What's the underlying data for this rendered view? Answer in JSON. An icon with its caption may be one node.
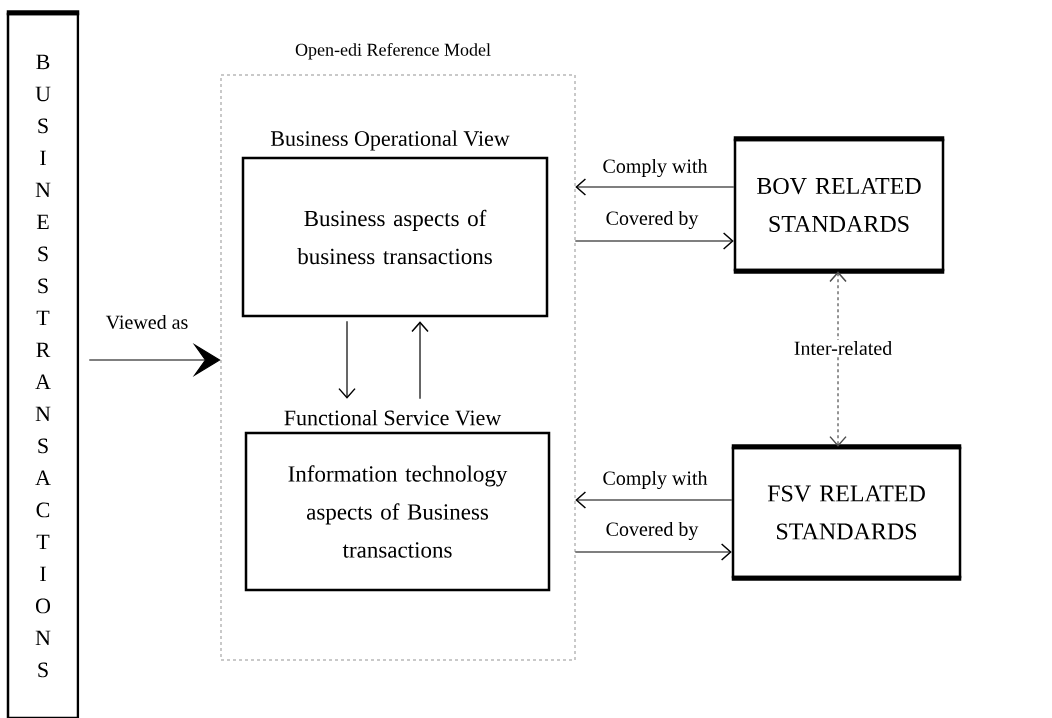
{
  "diagram": {
    "nodes": [
      {
        "text": [
          "BUSINESS TRANSACTIONS"
        ]
      },
      {
        "text": [
          "Open-edi Reference Model"
        ]
      },
      {
        "text": [
          "Business Operational View",
          "Business aspects of business transactions"
        ],
        "in": 1
      },
      {
        "text": [
          "Functional Service View",
          "Information technology aspects of Business transactions"
        ],
        "in": 1
      },
      {
        "text": [
          "BOV RELATED STANDARDS"
        ]
      },
      {
        "text": [
          "FSV RELATED STANDARDS"
        ]
      }
    ],
    "edges": [
      {
        "from": 0,
        "to": 1,
        "arrow": "to",
        "label": "Viewed as"
      },
      {
        "from": 2,
        "to": 3,
        "arrow": "to"
      },
      {
        "from": 3,
        "to": 2,
        "arrow": "to"
      },
      {
        "from": 4,
        "to": 1,
        "arrow": "to",
        "label": "Comply with"
      },
      {
        "from": 1,
        "to": 4,
        "arrow": "to",
        "label": "Covered by"
      },
      {
        "from": 5,
        "to": 1,
        "arrow": "to",
        "label": "Comply with"
      },
      {
        "from": 1,
        "to": 5,
        "arrow": "to",
        "label": "Covered by"
      },
      {
        "from": 4,
        "to": 5,
        "arrow": "both",
        "style": "dashed",
        "label": "Inter-related"
      }
    ]
  }
}
